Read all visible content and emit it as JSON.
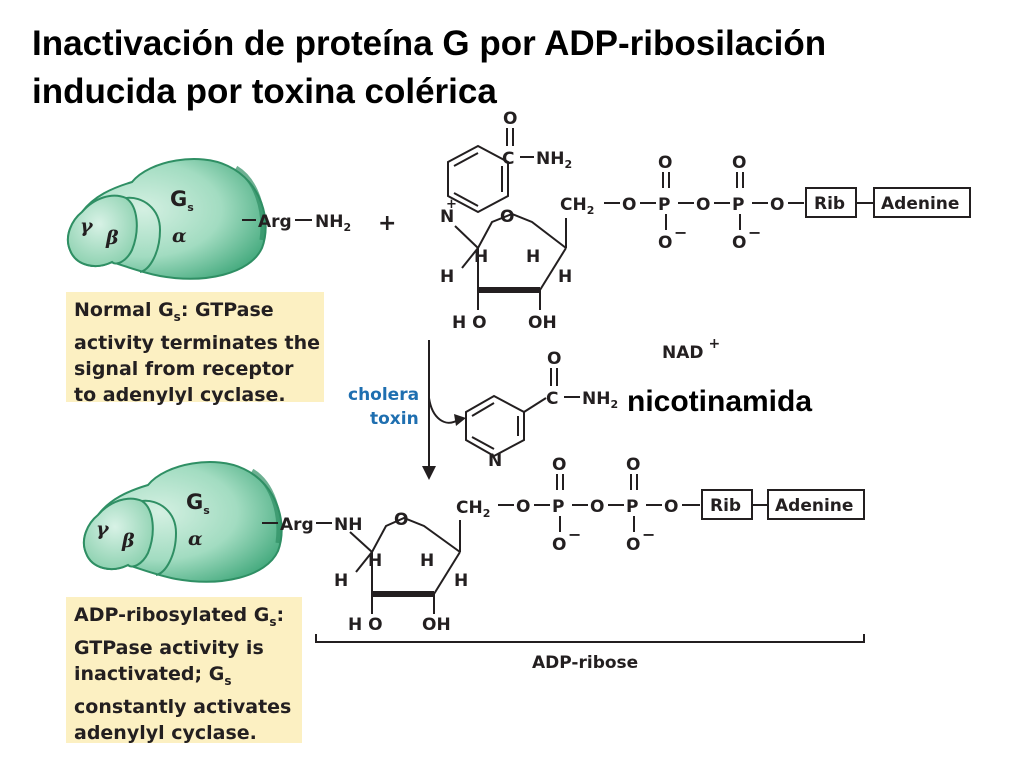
{
  "title": {
    "line1": "Inactivación de proteína G por ADP-ribosilación",
    "line2": "inducida por toxina colérica"
  },
  "protein": {
    "gs_main": "G",
    "gs_sub": "s",
    "alpha": "α",
    "beta": "β",
    "gamma": "γ",
    "arg": "Arg",
    "nh2": "NH",
    "nh2_sub": "2",
    "nh": "NH"
  },
  "plus": "+",
  "nad": {
    "label": "NAD",
    "charge": "+",
    "O": "O",
    "C": "C",
    "N": "N",
    "H": "H",
    "HO": "H O",
    "OH": "OH",
    "CH2": "CH",
    "CH2_sub": "2",
    "P": "P",
    "O_minus": "O",
    "minus": "−",
    "rib": "Rib",
    "adenine": "Adenine"
  },
  "toxin": {
    "line1": "cholera",
    "line2": "toxin"
  },
  "nicotinamide_label": "nicotinamida",
  "adp_ribose_label": "ADP-ribose",
  "notes": {
    "normal": {
      "l1_a": "Normal G",
      "l1_sub": "s",
      "l1_b": ": GTPase",
      "l2": "activity terminates the",
      "l3": "signal from receptor",
      "l4": "to adenylyl cyclase."
    },
    "ribosylated": {
      "l1_a": "ADP-ribosylated G",
      "l1_sub": "s",
      "l1_b": ":",
      "l2": "GTPase activity is",
      "l3_a": "inactivated; G",
      "l3_sub": "s",
      "l4": "constantly activates",
      "l5": "adenylyl cyclase."
    }
  },
  "colors": {
    "protein_light": "#a9dfc6",
    "protein_dark": "#3fa77a",
    "note_bg": "#fcf0c2",
    "toxin_text": "#1f6fb0",
    "ink": "#231f20"
  }
}
